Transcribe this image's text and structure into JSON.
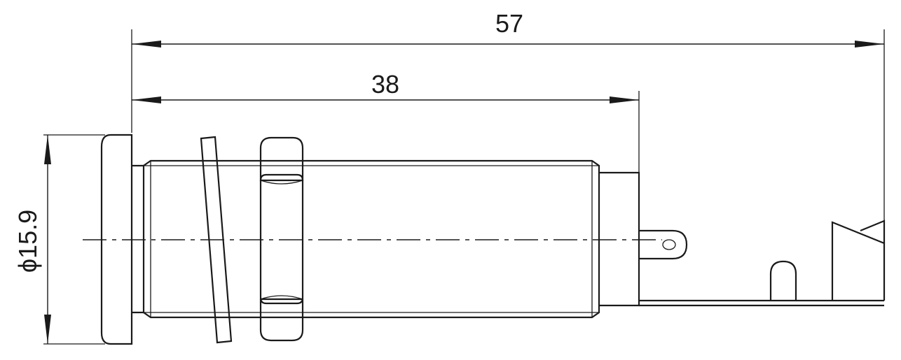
{
  "dimensions": {
    "overall_length": "57",
    "body_length": "38",
    "diameter": "ϕ15.9"
  }
}
